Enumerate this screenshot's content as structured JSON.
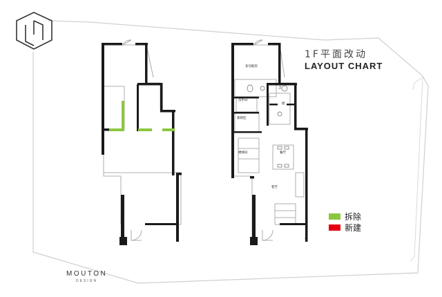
{
  "header": {
    "title_cn": "1F平面改动",
    "title_en": "LAYOUT CHART"
  },
  "legend": [
    {
      "label": "拆除",
      "color": "#8cc63f"
    },
    {
      "label": "新建",
      "color": "#e60012"
    }
  ],
  "brand": {
    "name": "MOUTON",
    "sub": "DESIGN"
  },
  "rooms": {
    "r1": "多功能房",
    "r2": "洗手间",
    "r3": "卫",
    "r4": "厨",
    "r5": "家政区",
    "r6": "楼梯间",
    "r7": "餐厅",
    "r8": "客厅"
  },
  "colors": {
    "wall": "#1a1a1a",
    "frame": "#cfcfcf",
    "demolish": "#8cc63f",
    "new": "#e60012"
  }
}
